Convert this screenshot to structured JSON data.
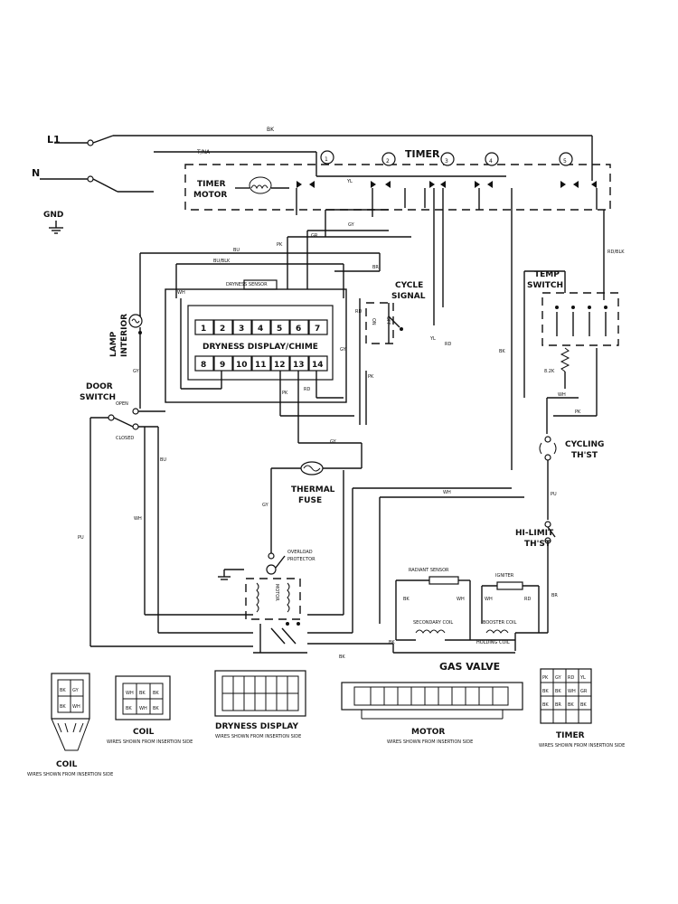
{
  "labels": {
    "l1": "L1",
    "n": "N",
    "gnd": "GND",
    "timer": "TIMER",
    "timer_motor_1": "TIMER",
    "timer_motor_2": "MOTOR",
    "lamp_1": "LAMP",
    "lamp_2": "INTERIOR",
    "door_switch_1": "DOOR",
    "door_switch_2": "SWITCH",
    "open": "OPEN",
    "closed": "CLOSED",
    "dryness_display_chime": "DRYNESS DISPLAY/CHIME",
    "dryness_sensor": "DRYNESS SENSOR",
    "cycle_signal_1": "CYCLE",
    "cycle_signal_2": "SIGNAL",
    "on": "ON",
    "off": "OFF",
    "thermal_fuse_1": "THERMAL",
    "thermal_fuse_2": "FUSE",
    "overload_protector_1": "OVERLOAD",
    "overload_protector_2": "PROTECTOR",
    "motor_vert": "MOTOR",
    "temp_switch_1": "TEMP",
    "temp_switch_2": "SWITCH",
    "cycling_thst_1": "CYCLING",
    "cycling_thst_2": "TH'ST",
    "hi_limit_1": "HI-LIMIT",
    "hi_limit_2": "TH'ST",
    "radiant_sensor": "RADIANT SENSOR",
    "igniter": "IGNITER",
    "secondary_coil": "SECONDARY COIL",
    "booster_coil": "BOOSTER COIL",
    "holding_coil": "HOLDING COIL",
    "gas_valve": "GAS VALVE",
    "r82k": "8.2K"
  },
  "timer_contacts": [
    "1",
    "2",
    "3",
    "4",
    "5"
  ],
  "display_pins_top": [
    "1",
    "2",
    "3",
    "4",
    "5",
    "6",
    "7"
  ],
  "display_pins_bottom": [
    "8",
    "9",
    "10",
    "11",
    "12",
    "13",
    "14"
  ],
  "wire_labels": {
    "bk_top": "BK",
    "tn_na": "T/NA",
    "bu": "BU",
    "bu_blk": "BU/BLK",
    "pk": "PK",
    "gr": "GR",
    "gy": "GY",
    "yl": "YL",
    "br": "BR",
    "rd": "RD",
    "bk": "BK",
    "wh": "WH",
    "pu": "PU",
    "rd_blk": "RD/BLK"
  },
  "legend": [
    {
      "title": "COIL",
      "subtitle": "WIRES SHOWN FROM INSERTION SIDE",
      "cells": [
        "BK",
        "GY",
        "BK",
        "WH"
      ]
    },
    {
      "title": "COIL",
      "subtitle": "WIRES SHOWN FROM INSERTION SIDE",
      "cells": [
        "WH",
        "BK",
        "BK",
        "BK",
        "WH",
        "BK"
      ]
    },
    {
      "title": "DRYNESS DISPLAY",
      "subtitle": "WIRES SHOWN FROM INSERTION SIDE"
    },
    {
      "title": "MOTOR",
      "subtitle": "WIRES SHOWN FROM INSERTION SIDE"
    },
    {
      "title": "TIMER",
      "subtitle": "WIRES SHOWN FROM INSERTION SIDE",
      "cells": [
        "PK",
        "GY",
        "RD",
        "YL",
        "BK",
        "BK",
        "WH",
        "GR",
        "BK",
        "BR",
        "BK",
        "BK"
      ]
    }
  ]
}
